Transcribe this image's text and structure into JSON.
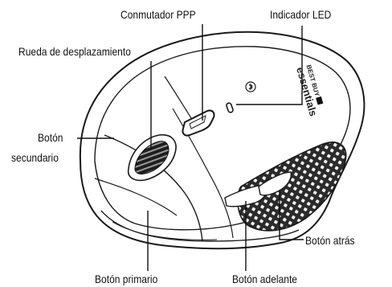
{
  "labels": {
    "ppp_switch": "Conmutador PPP",
    "led_indicator": "Indicador LED",
    "scroll_wheel": "Rueda de desplazamiento",
    "secondary_button_line1": "Botón",
    "secondary_button_line2": "secundario",
    "back_button": "Botón atrás",
    "primary_button": "Botón primario",
    "forward_button": "Botón adelante"
  },
  "brand": {
    "line1": "BEST BUY",
    "line2": "essentials"
  },
  "icons": {
    "wireless": "bluetooth-icon"
  },
  "colors": {
    "outline": "#1a1a1a",
    "body": "#ffffff",
    "grip": "#2a2a2a",
    "background": "#ffffff"
  }
}
